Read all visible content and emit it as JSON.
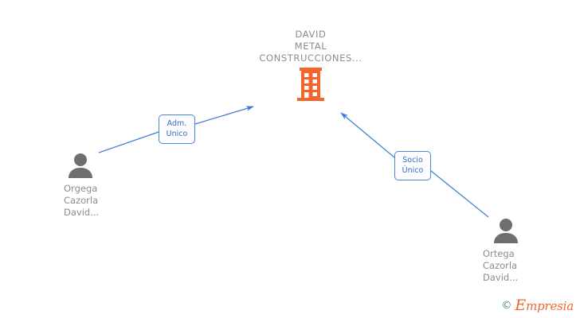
{
  "diagram": {
    "type": "corporate-relations",
    "background_color": "#ffffff",
    "company": {
      "name": "DAVID\nMETAL\nCONSTRUCCIONES...",
      "icon": "building-icon",
      "icon_color": "#f4652c"
    },
    "persons": [
      {
        "id": "person-left",
        "name": "Orgega\nCazorla\nDavid...",
        "icon": "person-icon",
        "icon_color": "#6e6e6e"
      },
      {
        "id": "person-right",
        "name": "Ortega\nCazorla\nDavid...",
        "icon": "person-icon",
        "icon_color": "#6e6e6e"
      }
    ],
    "relations": [
      {
        "id": "relation-adm-unico",
        "label": "Adm.\nUnico",
        "from": "person-left",
        "to": "company",
        "line_color": "#4a86d6"
      },
      {
        "id": "relation-socio-unico",
        "label": "Socio\nÚnico",
        "from": "person-right",
        "to": "company",
        "line_color": "#4a86d6"
      }
    ]
  },
  "watermark": {
    "copyright_symbol": "©",
    "brand_initial": "E",
    "brand_rest": "mpresia",
    "copyright_color": "#4e8390",
    "brand_color": "#f0662e"
  }
}
